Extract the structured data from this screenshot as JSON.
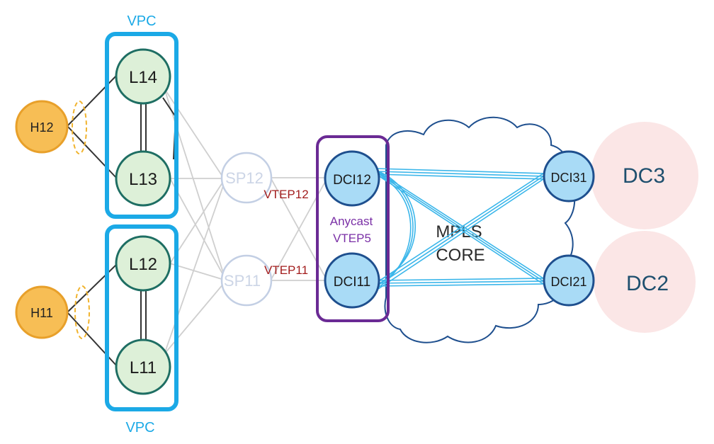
{
  "vpc_top": {
    "label": "VPC"
  },
  "vpc_bottom": {
    "label": "VPC"
  },
  "hosts": {
    "h12": "H12",
    "h11": "H11"
  },
  "leaves": {
    "l14": "L14",
    "l13": "L13",
    "l12": "L12",
    "l11": "L11"
  },
  "spines": {
    "sp12": "SP12",
    "sp11": "SP11"
  },
  "vteps": {
    "vtep12": "VTEP12",
    "vtep11": "VTEP11"
  },
  "anycast": {
    "line1": "Anycast",
    "line2": "VTEP5"
  },
  "dci": {
    "dci12": "DCI12",
    "dci11": "DCI11",
    "dci31": "DCI31",
    "dci21": "DCI21"
  },
  "mpls": {
    "line1": "MPLS",
    "line2": "CORE"
  },
  "datacenters": {
    "dc3": "DC3",
    "dc2": "DC2"
  },
  "colors": {
    "host_fill": "#f7be55",
    "host_stroke": "#e8a02a",
    "leaf_fill": "#ddf0d8",
    "leaf_stroke": "#1e6e63",
    "vpc_box": "#1ba9e6",
    "spine_stroke": "#b9c7de",
    "spine_text": "#c9d3e6",
    "dci_fill": "#a9dbf6",
    "dci_stroke": "#1e4f8e",
    "anycast_box": "#6a2a94",
    "vtep_text": "#a21d1d",
    "cloud_stroke": "#1e4f8e",
    "tunnel": "#3bb6ea",
    "dc_fill": "#fbe6e6",
    "dc_text": "#1e4f6e"
  }
}
